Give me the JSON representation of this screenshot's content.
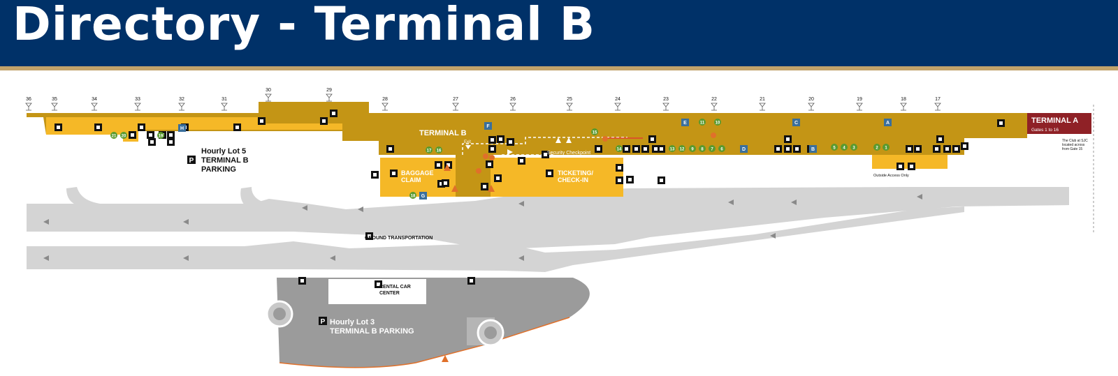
{
  "header": {
    "title": "Directory - Terminal B"
  },
  "colors": {
    "header_bg": "#003168",
    "header_stripe": "#c2a36b",
    "terminal_dark": "#c49515",
    "terminal_light": "#f5b827",
    "road": "#d4d4d4",
    "lot": "#9b9b9b",
    "terminal_a": "#8f2126",
    "amenity_green": "#5a9a2e",
    "info_blue": "#3a6f9c",
    "hazard_orange": "#e0702a"
  },
  "gates": [
    "36",
    "35",
    "34",
    "33",
    "32",
    "31",
    "30",
    "29",
    "28",
    "27",
    "26",
    "25",
    "24",
    "23",
    "22",
    "21",
    "20",
    "19",
    "18",
    "17"
  ],
  "labels": {
    "terminal_b": "TERMINAL B",
    "baggage_claim_1": "BAGGAGE",
    "baggage_claim_2": "CLAIM",
    "ticketing_1": "TICKETING/",
    "ticketing_2": "CHECK-IN",
    "exit": "Exit",
    "security_checkpoint": "Security Checkpoint",
    "outside_access": "Outside Access Only",
    "ground_transportation": "GROUND TRANSPORTATION",
    "rental_car_1": "RENTAL CAR",
    "rental_car_2": "CENTER",
    "lot5_1": "Hourly Lot 5",
    "lot5_2": "TERMINAL B",
    "lot5_3": "PARKING",
    "lot3_1": "Hourly Lot 3",
    "lot3_2": "TERMINAL B PARKING",
    "parking_symbol": "P",
    "terminal_a": "TERMINAL A",
    "terminal_a_gates": "Gates 1 to 16",
    "club_note_1": "The Club at SJC",
    "club_note_2": "located across",
    "club_note_3": "from Gate 15"
  },
  "numbered_shops": [
    "21",
    "20",
    "19",
    "17",
    "16",
    "18",
    "15",
    "14",
    "13",
    "12",
    "11",
    "10",
    "9",
    "8",
    "7",
    "6",
    "5",
    "4",
    "3",
    "2",
    "1"
  ],
  "letter_markers": [
    "H",
    "F",
    "E",
    "C",
    "A",
    "D",
    "B",
    "G"
  ]
}
